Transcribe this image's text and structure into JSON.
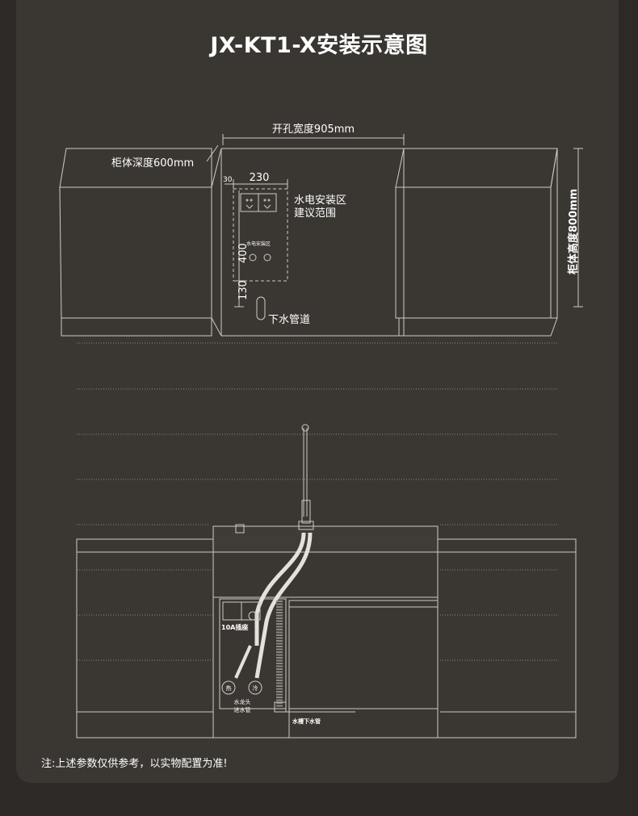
{
  "title": "JX-KT1-X安装示意图",
  "top_diagram": {
    "opening_width_label": "开孔宽度905mm",
    "cabinet_depth_label": "柜体深度600mm",
    "cabinet_height_label": "柜体高度800mm",
    "dim_30": "30",
    "dim_230": "230",
    "dim_400": "400",
    "dim_130": "130",
    "zone_label_line1": "水电安装区",
    "zone_label_line2": "建议范围",
    "mini_zone_label": "水电安装区",
    "drain_label": "下水管道"
  },
  "bottom_diagram": {
    "socket_label": "10A插座",
    "hot_label": "热",
    "cold_label": "冷",
    "faucet_inlet_line1": "水龙头",
    "faucet_inlet_line2": "进水管",
    "sink_drain_label": "水槽下水管"
  },
  "footer_note": "注:上述参数仅供参考，以实物配置为准!"
}
